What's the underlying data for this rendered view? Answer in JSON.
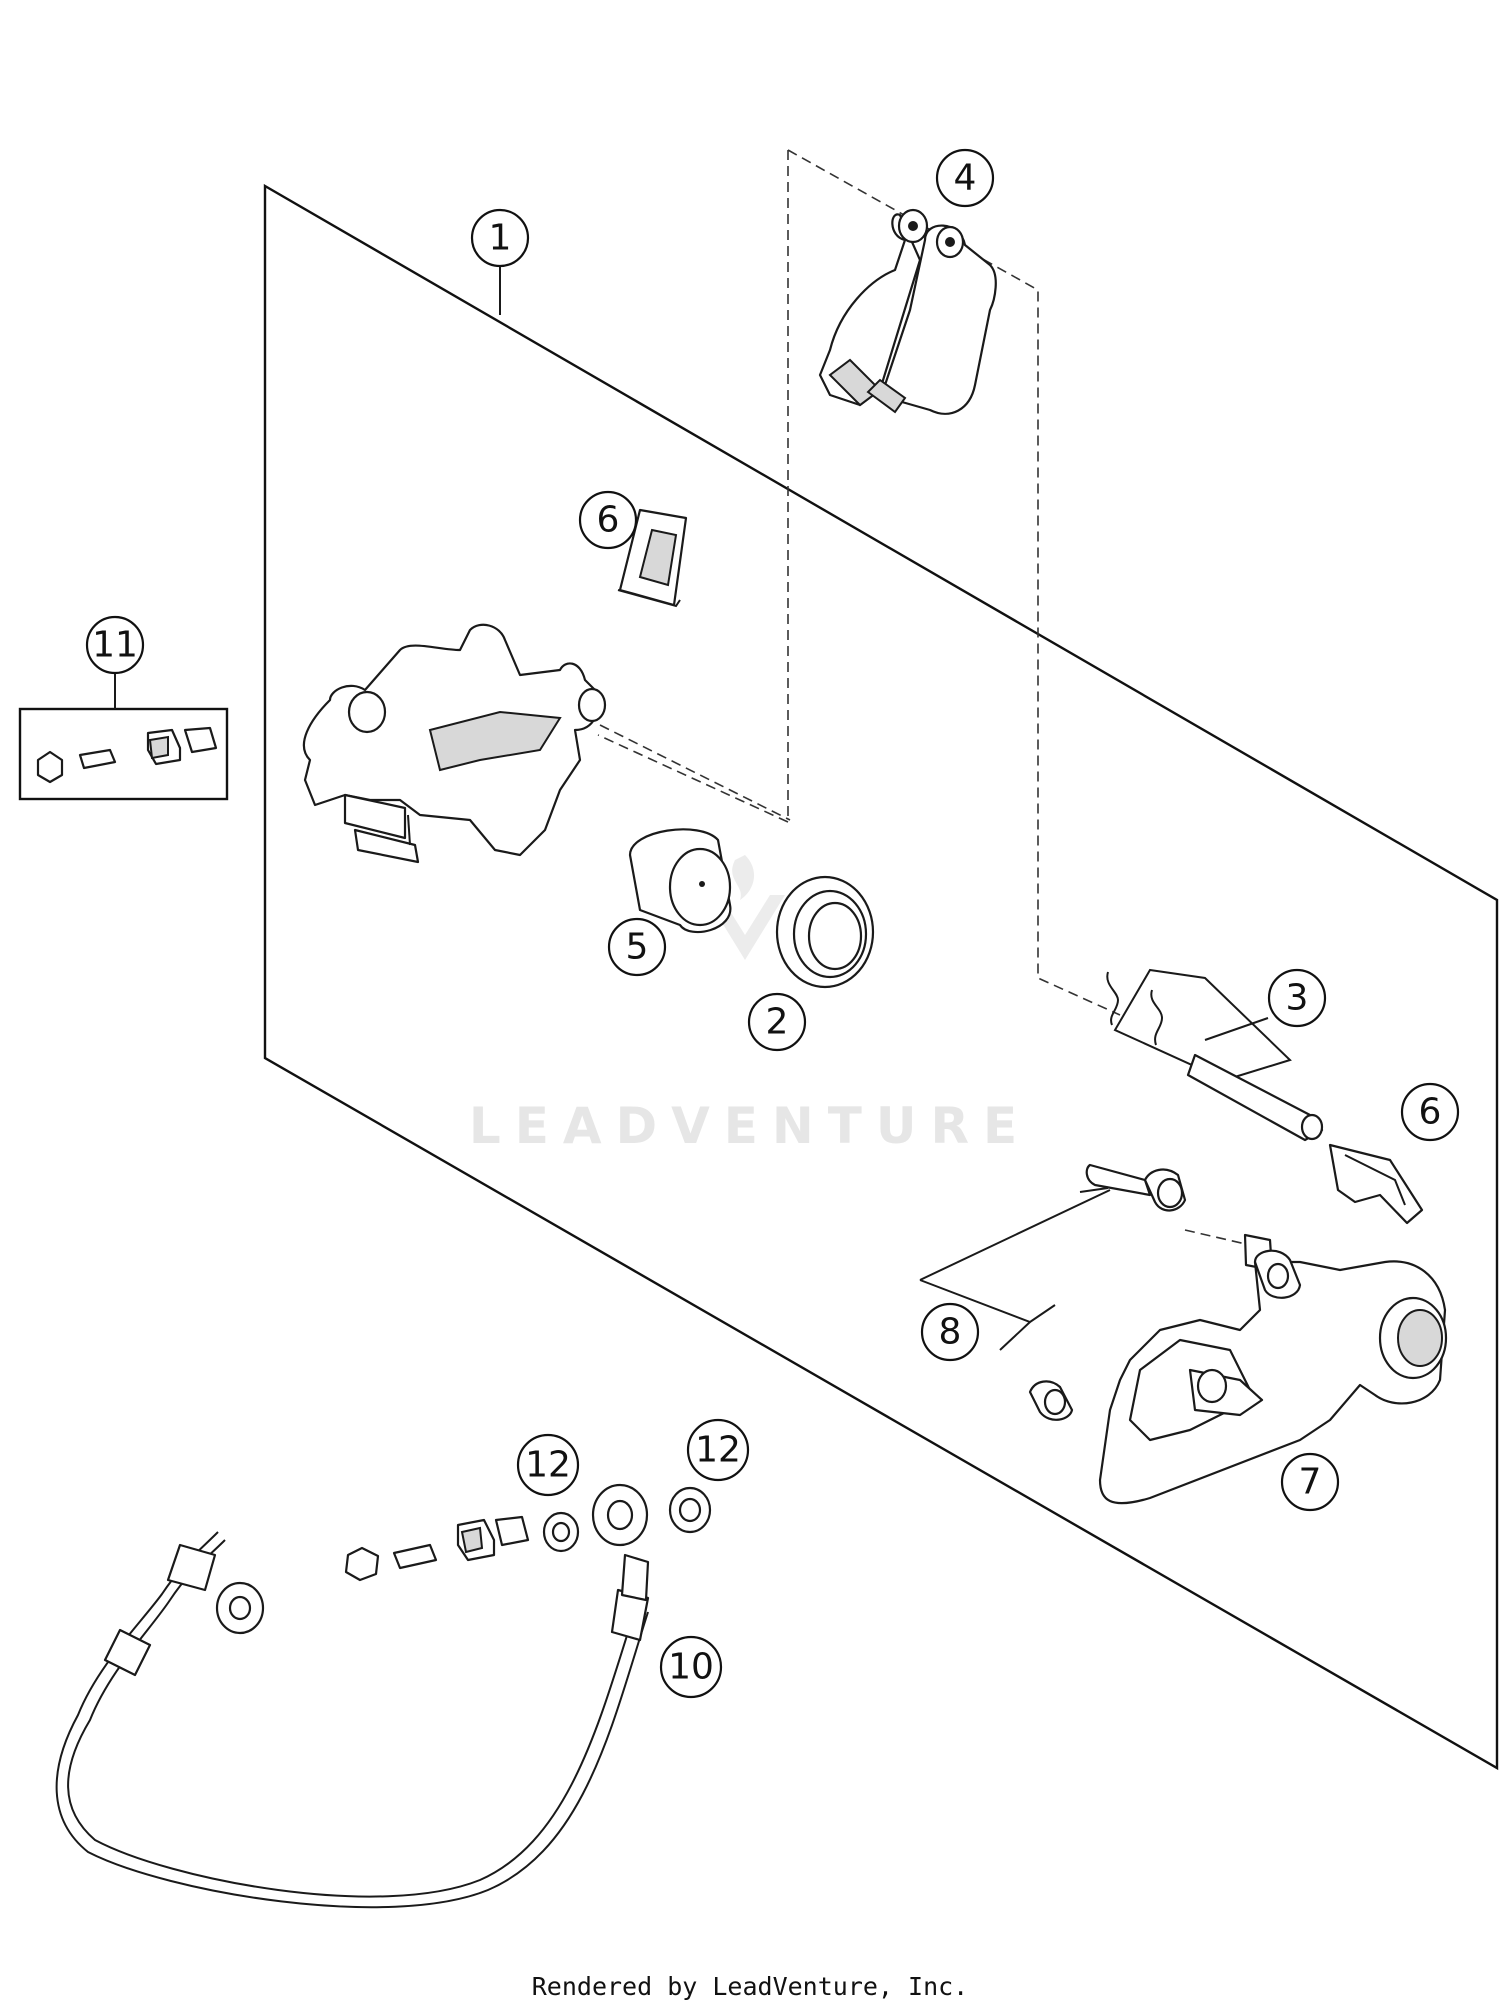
{
  "callouts": [
    {
      "id": "c1",
      "label": "1"
    },
    {
      "id": "c2",
      "label": "2"
    },
    {
      "id": "c3",
      "label": "3"
    },
    {
      "id": "c4",
      "label": "4"
    },
    {
      "id": "c5",
      "label": "5"
    },
    {
      "id": "c6a",
      "label": "6"
    },
    {
      "id": "c6b",
      "label": "6"
    },
    {
      "id": "c7",
      "label": "7"
    },
    {
      "id": "c8",
      "label": "8"
    },
    {
      "id": "c10",
      "label": "10"
    },
    {
      "id": "c11",
      "label": "11"
    },
    {
      "id": "c12a",
      "label": "12"
    },
    {
      "id": "c12b",
      "label": "12"
    }
  ],
  "watermark": "LEADVENTURE",
  "footer": "Rendered by LeadVenture, Inc."
}
